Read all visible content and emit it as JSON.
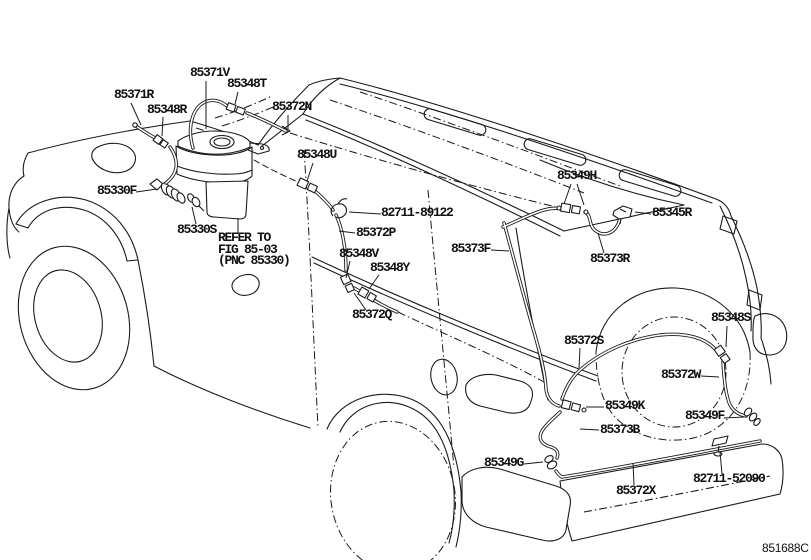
{
  "diagram": {
    "figure_code": "851688C",
    "colors": {
      "background": "#ffffff",
      "line": "#1a1a1a",
      "text": "#111111"
    },
    "note": {
      "line1": "REFER TO",
      "line2": "FIG 85-03",
      "line3": "(PNC 85330)"
    },
    "callouts": [
      {
        "label": "85371V"
      },
      {
        "label": "85348T"
      },
      {
        "label": "85371R"
      },
      {
        "label": "85348R"
      },
      {
        "label": "85372N"
      },
      {
        "label": "85348U"
      },
      {
        "label": "85330F"
      },
      {
        "label": "85330S"
      },
      {
        "label": "82711-89122"
      },
      {
        "label": "85372P"
      },
      {
        "label": "85348V"
      },
      {
        "label": "85348Y"
      },
      {
        "label": "85372Q"
      },
      {
        "label": "85373F"
      },
      {
        "label": "85349H"
      },
      {
        "label": "85345R"
      },
      {
        "label": "85373R"
      },
      {
        "label": "85372S"
      },
      {
        "label": "85348S"
      },
      {
        "label": "85372W"
      },
      {
        "label": "85349K"
      },
      {
        "label": "85349F"
      },
      {
        "label": "85373B"
      },
      {
        "label": "85349G"
      },
      {
        "label": "85372X"
      },
      {
        "label": "82711-52090"
      }
    ]
  }
}
